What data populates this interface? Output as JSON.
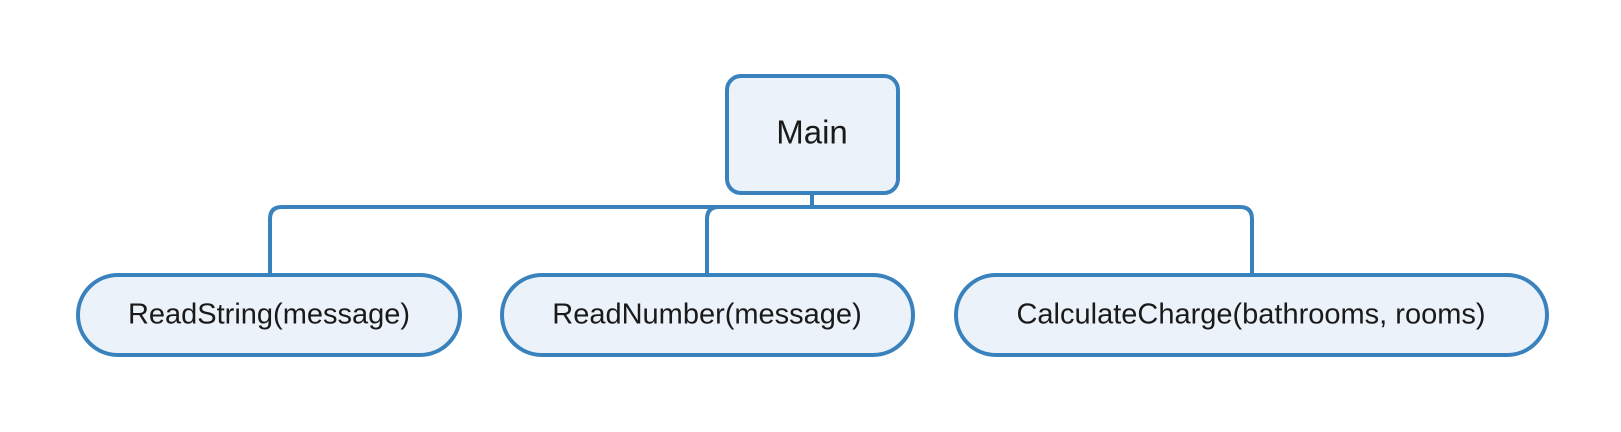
{
  "diagram": {
    "colors": {
      "stroke": "#3a82be",
      "fill": "#ebf2f9",
      "text": "#1a1a1a",
      "background": "#ffffff"
    },
    "root": {
      "label": "Main"
    },
    "children": [
      {
        "label": "ReadString(message)"
      },
      {
        "label": "ReadNumber(message)"
      },
      {
        "label": "CalculateCharge(bathrooms, rooms)"
      }
    ]
  }
}
